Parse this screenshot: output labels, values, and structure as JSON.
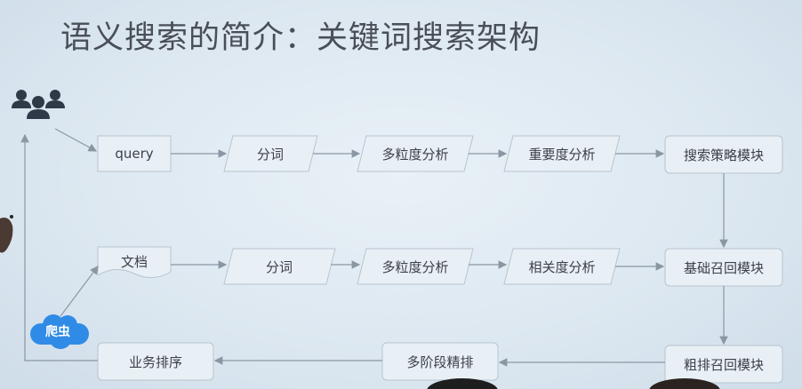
{
  "title": "语义搜索的简介：关键词搜索架构",
  "icons": {
    "users": "users-group-icon",
    "crawler": "cloud-icon"
  },
  "crawler": {
    "label": "爬虫"
  },
  "rows": {
    "query_row": {
      "start": "query",
      "step1": "分词",
      "step2": "多粒度分析",
      "step3": "重要度分析",
      "end": "搜索策略模块"
    },
    "doc_row": {
      "start": "文档",
      "step1": "分词",
      "step2": "多粒度分析",
      "step3": "相关度分析",
      "end": "基础召回模块"
    },
    "rank_row": {
      "coarse": "粗排召回模块",
      "fine": "多阶段精排",
      "business": "业务排序"
    }
  },
  "colors": {
    "background": "#dde8f1",
    "node_fill": "#e8f0f6",
    "node_stroke": "#b7c4cf",
    "arrow": "#8a96a2",
    "cloud": "#2f8be6",
    "users": "#2f3a48"
  }
}
